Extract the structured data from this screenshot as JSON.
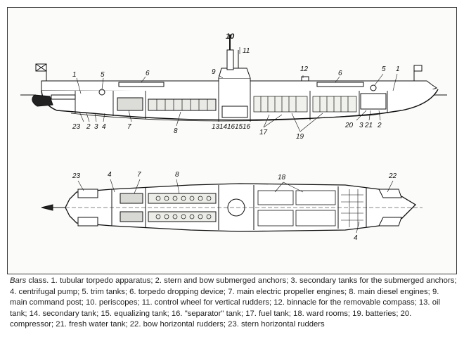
{
  "caption": {
    "class_name": "Bars",
    "text": " class. 1. tubular torpedo apparatus; 2. stern and bow submerged anchors; 3. secondary tanks for the submerged anchors; 4. centrifugal pump; 5. trim tanks; 6. torpedo dropping device; 7. main electric propeller engines; 8. main diesel engines; 9. main command post; 10. periscopes; 11. control wheel for vertical rudders; 12. binnacle for the removable compass; 13. oil tank; 14. secondary tank; 15. equalizing tank; 16. \"separator\" tank; 17. fuel tank; 18. ward rooms; 19. batteries; 20. compressor; 21. fresh water tank; 22. bow horizontal rudders; 23. stern horizontal rudders"
  },
  "side_view": {
    "labels": {
      "l1a": "1",
      "l5a": "5",
      "l6a": "6",
      "l10": "10",
      "l11": "11",
      "l9": "9",
      "l12": "12",
      "l6b": "6",
      "l5b": "5",
      "l1b": "1",
      "l23": "23",
      "l2a": "2",
      "l3a": "3",
      "l4a": "4",
      "l7": "7",
      "l8": "8",
      "l13": "13",
      "l14": "14",
      "l16a": "16",
      "l15": "15",
      "l16b": "16",
      "l17": "17",
      "l19": "19",
      "l20": "20",
      "l3b": "3",
      "l21": "21",
      "l2b": "2"
    }
  },
  "plan_view": {
    "labels": {
      "p23": "23",
      "p4a": "4",
      "p7": "7",
      "p8": "8",
      "p18": "18",
      "p22": "22",
      "p4b": "4"
    }
  }
}
